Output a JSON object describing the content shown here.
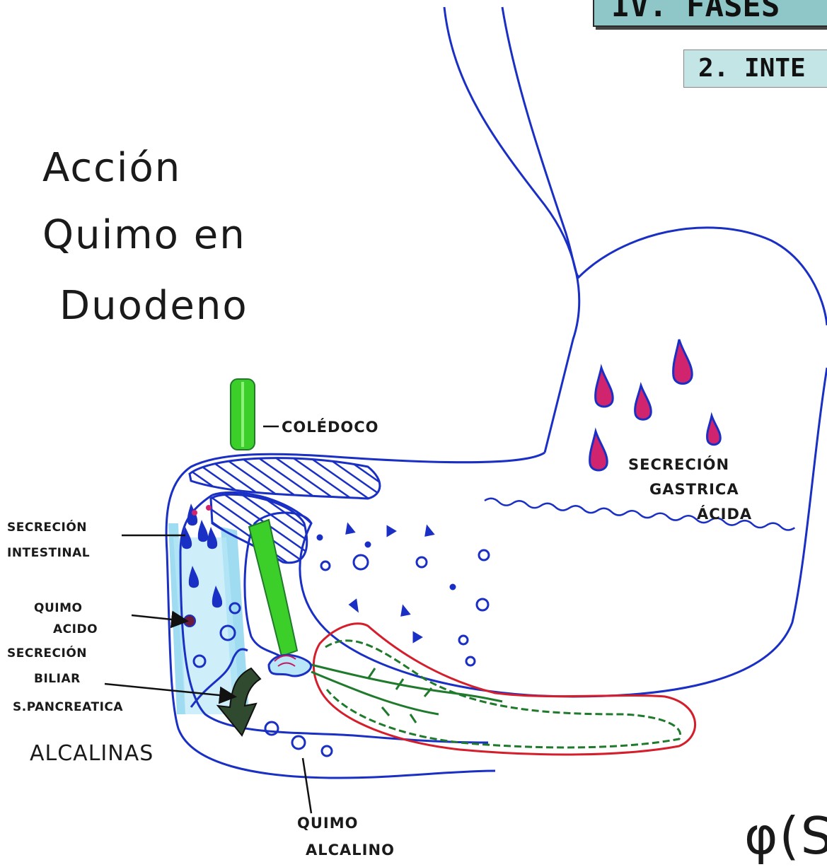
{
  "header": {
    "title": "IV. FASES",
    "subtitle": "2. INTE"
  },
  "heading": {
    "line1": "Acción",
    "line2": "Quimo en",
    "line3": "Duodeno"
  },
  "labels": {
    "coledoco": "COLÉDOCO",
    "secrecion_gastrica_1": "SECRECIÓN",
    "secrecion_gastrica_2": "GASTRICA",
    "secrecion_gastrica_3": "ÁCIDA",
    "secrecion_intestinal_1": "SECRECIÓN",
    "secrecion_intestinal_2": "INTESTINAL",
    "quimo_acido_1": "QUIMO",
    "quimo_acido_2": "ACIDO",
    "secrecion_biliar_1": "SECRECIÓN",
    "secrecion_biliar_2": "BILIAR",
    "pancreatica": "S.PANCREATICA",
    "alcalinas": "ALCALINAS",
    "quimo_alcalino_1": "QUIMO",
    "quimo_alcalino_2": "ALCALINO",
    "signature": "φ(S"
  },
  "colors": {
    "outline": "#1a2fc4",
    "duct_green": "#3ccf2a",
    "duodenum_fill": "#8ed6f0",
    "drop_fill": "#d0246e",
    "pancreas_red": "#d51e2b",
    "pancreas_green": "#1f7a2c",
    "title_bg": "#8fc7c9",
    "subtitle_bg": "#c4e5e6"
  }
}
